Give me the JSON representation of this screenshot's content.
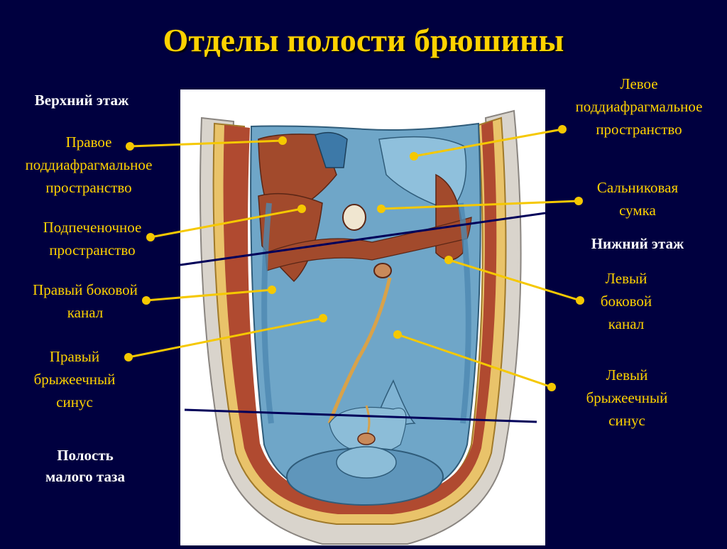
{
  "title": "Отделы полости брюшины",
  "sections": {
    "upper": "Верхний этаж",
    "lower": "Нижний этаж",
    "pelvis": [
      "Полость",
      "малого таза"
    ]
  },
  "labels": {
    "right_subphrenic": [
      "Правое",
      "поддиафрагмальное",
      "пространство"
    ],
    "subhepatic": [
      "Подпеченочное",
      "пространство"
    ],
    "right_lateral_canal": [
      "Правый боковой",
      "канал"
    ],
    "right_mesenteric_sinus": [
      "Правый",
      "брыжеечный",
      "синус"
    ],
    "left_subphrenic": [
      "Левое",
      "поддиафрагмальное",
      "пространство"
    ],
    "omental_bursa": [
      "Сальниковая",
      "сумка"
    ],
    "left_lateral_canal": [
      "Левый",
      "боковой",
      "канал"
    ],
    "left_mesenteric_sinus": [
      "Левый",
      "брыжеечный",
      "синус"
    ]
  },
  "colors": {
    "background": "#00003f",
    "label_text": "#ffd200",
    "pointer_line": "#f5c800",
    "divider_line": "#00005a",
    "peritoneum": "#7fb3d3",
    "muscle": "#a24a2c"
  }
}
